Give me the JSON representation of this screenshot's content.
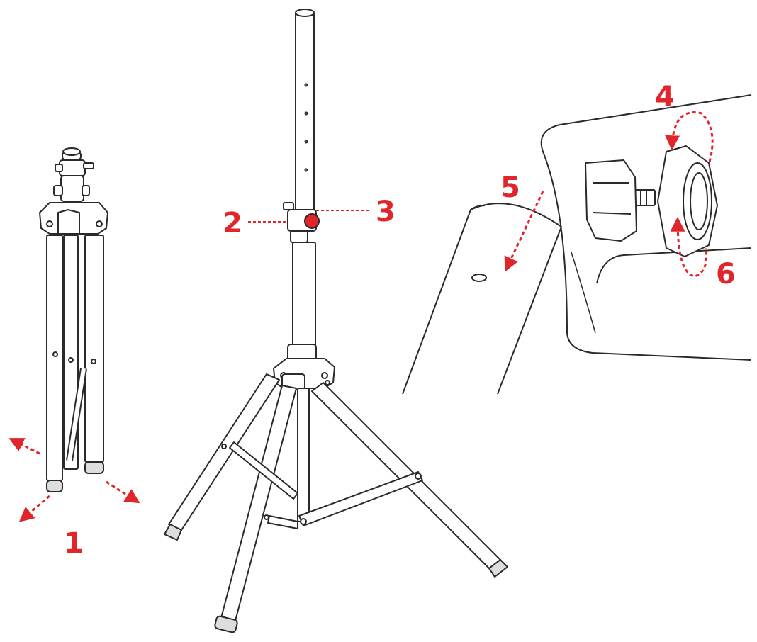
{
  "diagram": {
    "accent_color": "#e0262a",
    "line_color": "#2a2a2a",
    "steps": [
      {
        "label": "1",
        "meaning": "unfold-legs"
      },
      {
        "label": "2",
        "meaning": "height-clip"
      },
      {
        "label": "3",
        "meaning": "locking-knob"
      },
      {
        "label": "4",
        "meaning": "knob-rotate-tighten"
      },
      {
        "label": "5",
        "meaning": "slide-into-mount"
      },
      {
        "label": "6",
        "meaning": "knob-rotate-loosen"
      }
    ]
  }
}
